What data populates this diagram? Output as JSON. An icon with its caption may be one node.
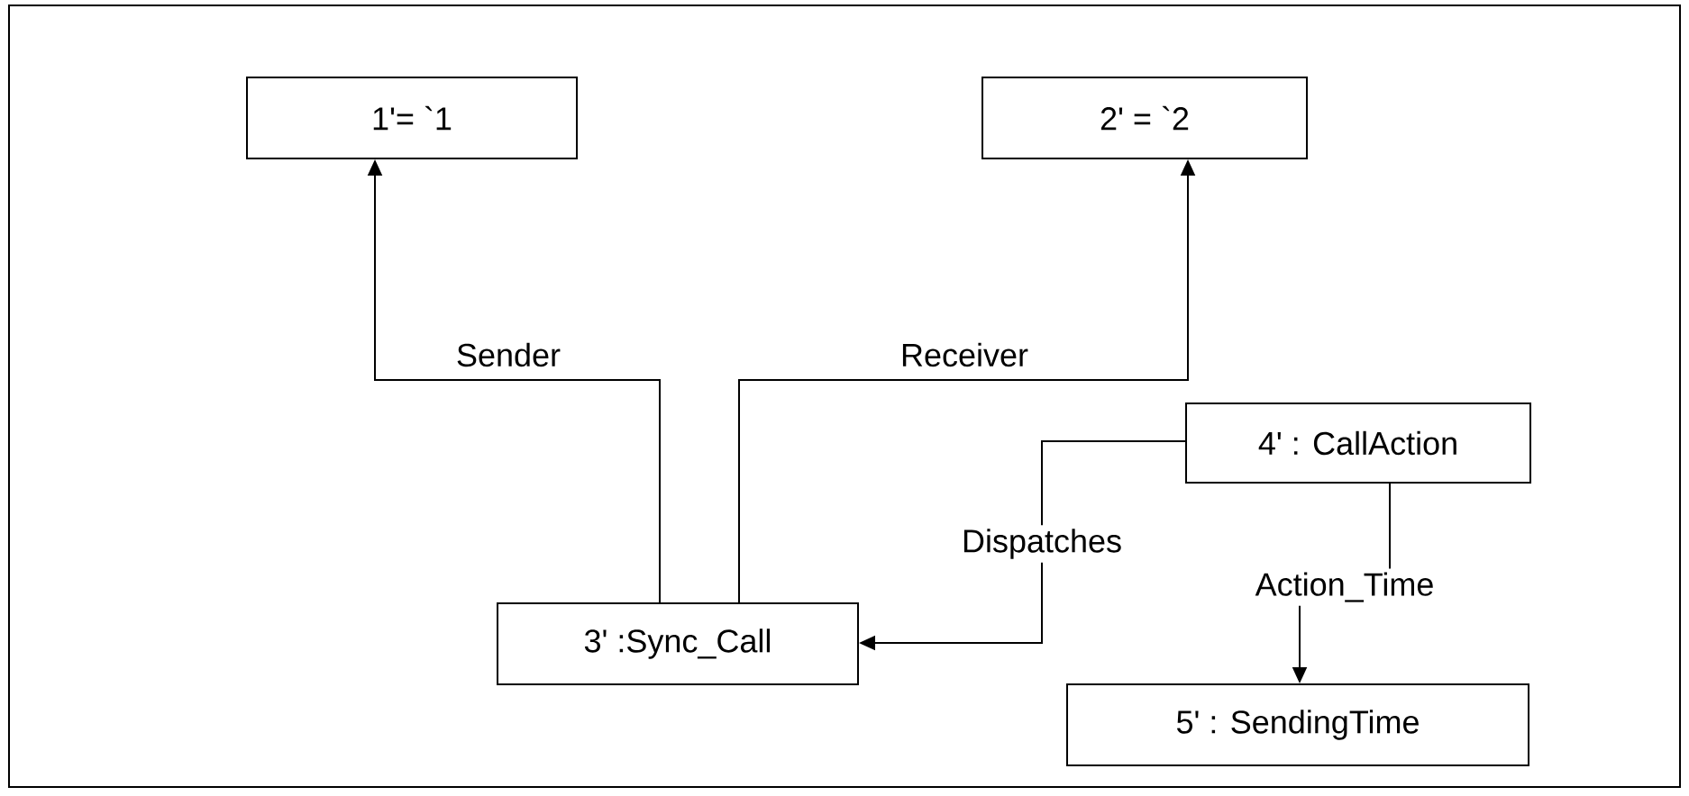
{
  "diagram": {
    "nodes": [
      {
        "text": [
          "1'= `1"
        ]
      },
      {
        "text": [
          "2' = `2"
        ]
      },
      {
        "text": [
          "3' :Sync_Call"
        ]
      },
      {
        "text": [
          "4' : CallAction"
        ]
      },
      {
        "text": [
          "5' : SendingTime"
        ]
      }
    ],
    "edges": [
      {
        "from": 2,
        "to": 0,
        "arrow": "to",
        "label": "Sender"
      },
      {
        "from": 2,
        "to": 1,
        "arrow": "to",
        "label": "Receiver"
      },
      {
        "from": 3,
        "to": 2,
        "arrow": "to",
        "label": "Dispatches"
      },
      {
        "from": 3,
        "to": 4,
        "arrow": "to",
        "label": "Action_Time"
      }
    ]
  }
}
